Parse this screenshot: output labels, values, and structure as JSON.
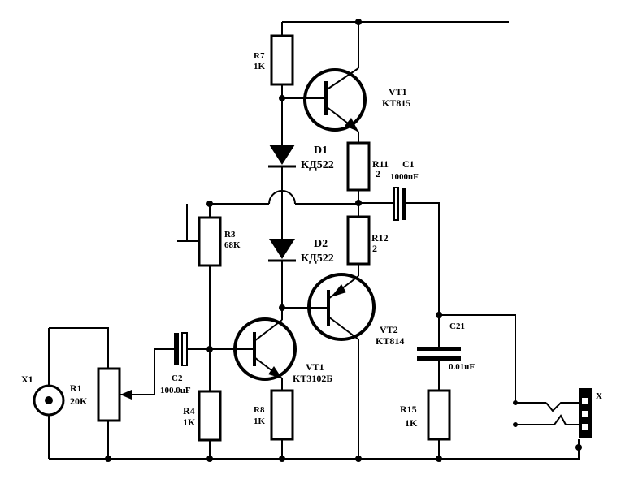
{
  "components": {
    "r7": {
      "name": "R7",
      "value": "1K"
    },
    "vt1_top": {
      "name": "VT1",
      "type": "KT815"
    },
    "d1": {
      "name": "D1",
      "type": "КД522"
    },
    "r11": {
      "name": "R11",
      "suffix": "2"
    },
    "c1": {
      "name": "C1",
      "value": "1000uF"
    },
    "r3": {
      "name": "R3",
      "value": "68K"
    },
    "d2": {
      "name": "D2",
      "type": "КД522"
    },
    "r12": {
      "name": "R12",
      "suffix": "2"
    },
    "vt2": {
      "name": "VT2",
      "type": "KT814"
    },
    "c21": {
      "name": "C21",
      "value": "0.01uF"
    },
    "x1": {
      "name": "X1"
    },
    "r1": {
      "name": "R1",
      "value": "20K"
    },
    "c2": {
      "name": "C2",
      "value": "100.0uF"
    },
    "vt1_bottom": {
      "name": "VT1",
      "type": "KT3102Б"
    },
    "r4": {
      "name": "R4",
      "value": "1K"
    },
    "r8": {
      "name": "R8",
      "value": "1K"
    },
    "r15": {
      "name": "R15",
      "value": "1K"
    },
    "x_out": {
      "name": "X"
    }
  }
}
